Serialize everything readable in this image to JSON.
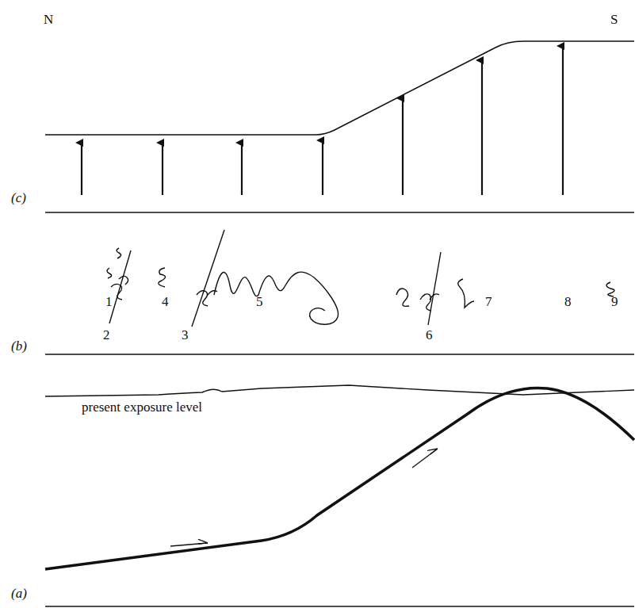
{
  "diagram": {
    "labels": [
      "N",
      "S",
      "(c)",
      "(b)",
      "(a)",
      "1",
      "2",
      "3",
      "4",
      "5",
      "6",
      "7",
      "8",
      "9",
      "present exposure level"
    ]
  }
}
